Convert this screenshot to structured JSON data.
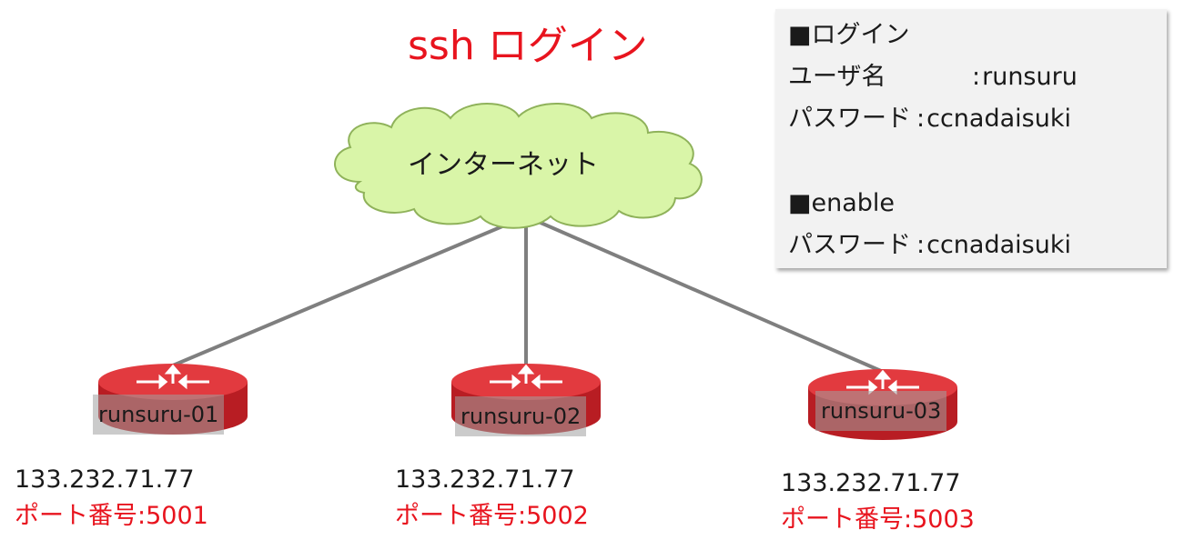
{
  "title": "ssh ログイン",
  "colors": {
    "accent": "#e8141e",
    "cloud_fill": "#d9f5a8",
    "router_red": "#d8242b",
    "link_gray": "#808080"
  },
  "cloud": {
    "label": "インターネット"
  },
  "info": {
    "login_header": "■ログイン",
    "username_label": "ユーザ名",
    "username_value": "runsuru",
    "login_password_label": "パスワード",
    "login_password_value": "ccnadaisuki",
    "enable_header": "■enable",
    "enable_password_label": "パスワード",
    "enable_password_value": "ccnadaisuki",
    "separator": ":"
  },
  "routers": [
    {
      "name": "runsuru-01",
      "ip": "133.232.71.77",
      "port_label": "ポート番号:5001"
    },
    {
      "name": "runsuru-02",
      "ip": "133.232.71.77",
      "port_label": "ポート番号:5002"
    },
    {
      "name": "runsuru-03",
      "ip": "133.232.71.77",
      "port_label": "ポート番号:5003"
    }
  ]
}
